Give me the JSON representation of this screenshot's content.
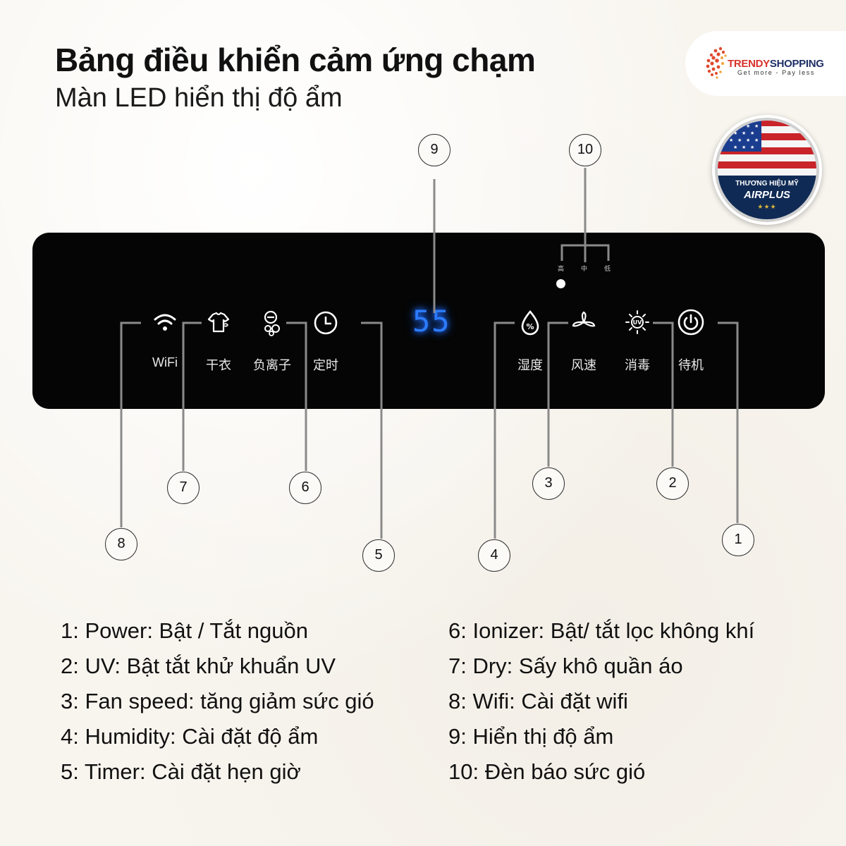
{
  "header": {
    "title": "Bảng điều khiển cảm ứng chạm",
    "subtitle": "Màn LED hiển thị độ ẩm"
  },
  "logo": {
    "brand_part1": "TRENDY",
    "brand_part2": "SHOPPING",
    "tagline": "Get more - Pay less",
    "colors": {
      "red": "#d8312b",
      "navy": "#1f2f66"
    }
  },
  "badge": {
    "line1": "THƯƠNG HIỆU MỸ",
    "line2": "AIRPLUS",
    "stars": "★★★"
  },
  "panel": {
    "display_value": "55",
    "display_color": "#2b7bff",
    "speed_marks": [
      "高",
      "中",
      "低"
    ],
    "controls_left": [
      {
        "icon": "wifi-icon",
        "label": "WiFi"
      },
      {
        "icon": "shirt-icon",
        "label": "干衣"
      },
      {
        "icon": "ionizer-icon",
        "label": "负离子"
      },
      {
        "icon": "clock-icon",
        "label": "定时"
      }
    ],
    "controls_right": [
      {
        "icon": "humidity-drop-icon",
        "label": "湿度"
      },
      {
        "icon": "fan-icon",
        "label": "风速"
      },
      {
        "icon": "uv-icon",
        "label": "消毒"
      },
      {
        "icon": "power-icon",
        "label": "待机"
      }
    ]
  },
  "callouts": [
    "1",
    "2",
    "3",
    "4",
    "5",
    "6",
    "7",
    "8",
    "9",
    "10"
  ],
  "legend": {
    "left": [
      "1: Power: Bật / Tắt nguồn",
      "2: UV: Bật tắt khử khuẩn UV",
      "3: Fan speed: tăng giảm sức gió",
      "4: Humidity: Cài đặt độ ẩm",
      "5: Timer: Cài đặt hẹn giờ"
    ],
    "right": [
      "6: Ionizer: Bật/ tắt lọc không khí",
      "7: Dry: Sấy khô quần áo",
      "8: Wifi: Cài đặt wifi",
      "9: Hiển thị độ ẩm",
      "10: Đèn báo sức gió"
    ]
  }
}
